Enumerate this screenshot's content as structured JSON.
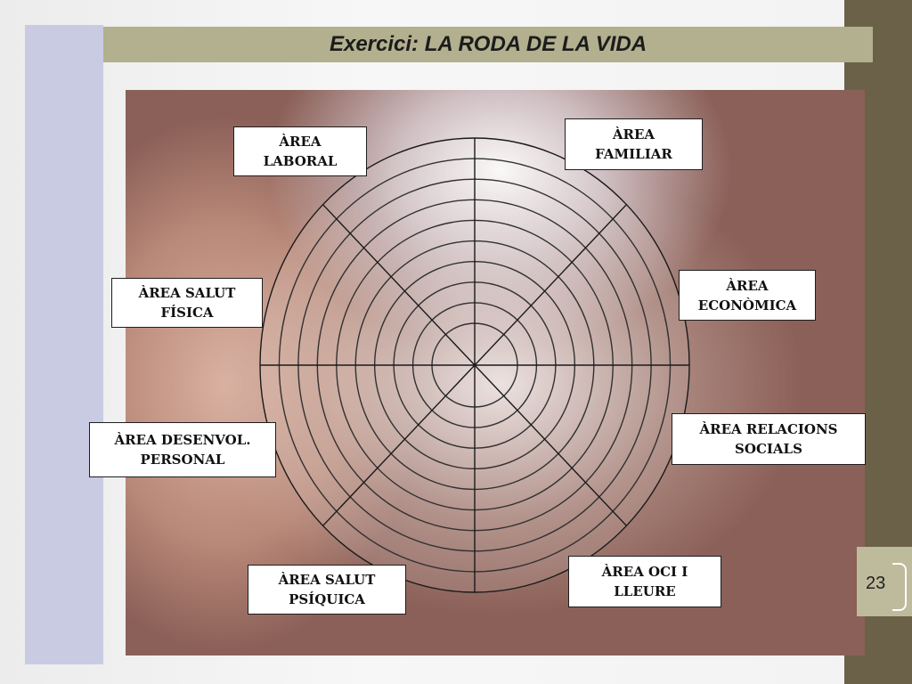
{
  "title": "Exercici: LA RODA DE LA VIDA",
  "page_number": "23",
  "wheel": {
    "rings": 10,
    "sectors": 8
  },
  "areas": [
    {
      "id": "laboral",
      "label": "ÀREA\nLABORAL"
    },
    {
      "id": "familiar",
      "label": "ÀREA\nFAMILIAR"
    },
    {
      "id": "salut-fisica",
      "label": "ÀREA SALUT\nFÍSICA"
    },
    {
      "id": "economica",
      "label": "ÀREA\nECONÒMICA"
    },
    {
      "id": "desenvol-personal",
      "label": "ÀREA DESENVOL.\nPERSONAL"
    },
    {
      "id": "relacions-socials",
      "label": "ÀREA RELACIONS\nSOCIALS"
    },
    {
      "id": "salut-psiquica",
      "label": "ÀREA  SALUT\nPSÍQUICA"
    },
    {
      "id": "oci-lleure",
      "label": "ÀREA  OCI I\nLLEURE"
    }
  ]
}
